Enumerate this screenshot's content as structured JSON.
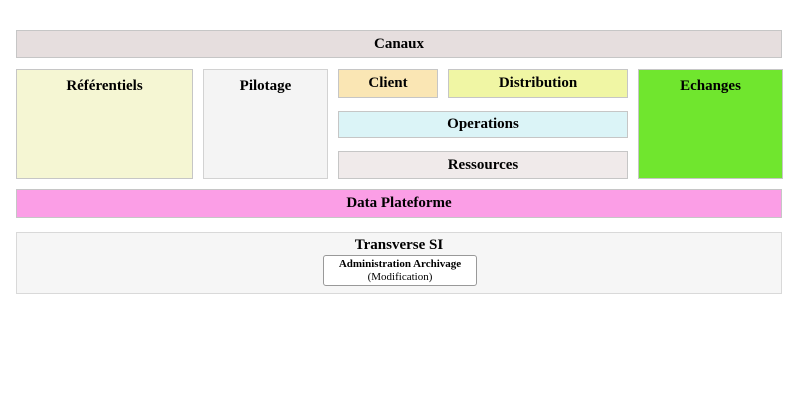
{
  "diagram": {
    "blocks": {
      "canaux": {
        "label": "Canaux",
        "bg": "#E6DEDE"
      },
      "referentiels": {
        "label": "Référentiels",
        "bg": "#F5F6D3"
      },
      "pilotage": {
        "label": "Pilotage",
        "bg": "#F4F4F4"
      },
      "client": {
        "label": "Client",
        "bg": "#FAE6B4"
      },
      "distribution": {
        "label": "Distribution",
        "bg": "#F0F6A4"
      },
      "operations": {
        "label": "Operations",
        "bg": "#DBF4F7"
      },
      "ressources": {
        "label": "Ressources",
        "bg": "#F0EAEA"
      },
      "echanges": {
        "label": "Echanges",
        "bg": "#70E62E"
      },
      "data_plateforme": {
        "label": "Data Plateforme",
        "bg": "#FB9EE6"
      },
      "transverse_si": {
        "label": "Transverse SI",
        "bg": "#F6F6F6"
      },
      "admin_archivage": {
        "line1": "Administration Archivage",
        "line2": "(Modification)",
        "bg": "#FFFFFF"
      }
    }
  }
}
